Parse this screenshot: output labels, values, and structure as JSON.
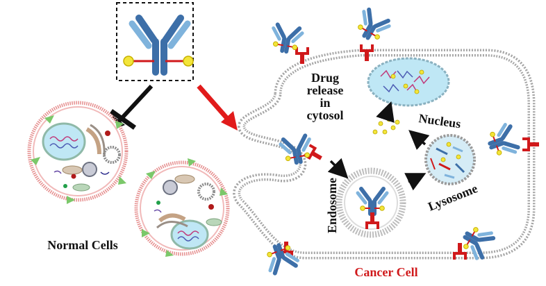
{
  "labels": {
    "drug_release": [
      "Drug",
      "release",
      "in",
      "cytosol"
    ],
    "nucleus": "Nucleus",
    "endosome": "Endosome",
    "lysosome": "Lysosome",
    "normal_cells": "Normal Cells",
    "cancer_cell": "Cancer Cell"
  },
  "colors": {
    "antibody_light_blue": "#7fb3dc",
    "antibody_dark_blue": "#3d6fa8",
    "linker_red": "#d0191b",
    "drug_yellow": "#f3e53a",
    "membrane_gray": "#9a9a9a",
    "normal_cell_membrane": "#e58c8c",
    "cytoplasm_blue": "#bfe7f5",
    "receptor_red": "#d0191b",
    "arrow_black": "#111111",
    "arrow_red": "#e11b1b",
    "label_red": "#d0191b"
  },
  "icons": [
    "antibody-drug-conjugate-icon",
    "blocked-arrow-icon",
    "targeting-arrow-icon",
    "receptor-icon",
    "drug-molecule-icon"
  ]
}
